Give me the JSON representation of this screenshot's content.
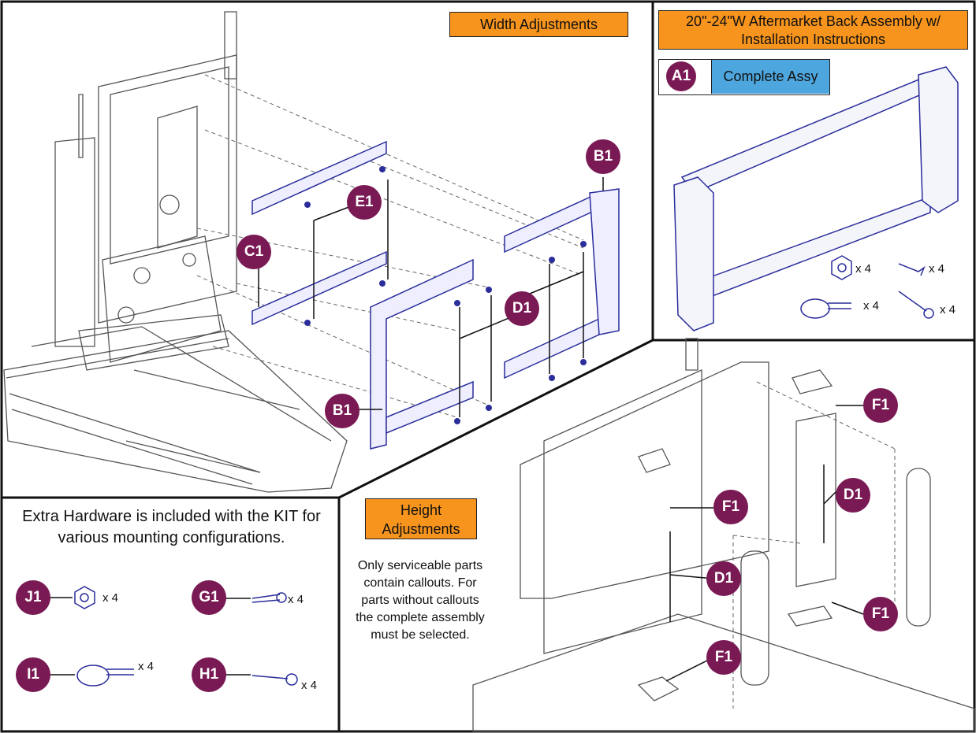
{
  "titles": {
    "width": "Width Adjustments",
    "aftermarket": "20\"-24\"W Aftermarket Back Assembly w/ Installation Instructions",
    "height_line1": "Height",
    "height_line2": "Adjustments",
    "complete_assy": "Complete Assy"
  },
  "notes": {
    "extra_hardware": "Extra Hardware is included with the KIT for various mounting configurations.",
    "serviceable": "Only serviceable parts contain callouts. For parts without callouts the complete assembly must be selected."
  },
  "callouts": {
    "a1": "A1",
    "b1_top": "B1",
    "b1_bottom": "B1",
    "c1": "C1",
    "d1_width": "D1",
    "e1": "E1",
    "f1_1": "F1",
    "f1_2": "F1",
    "f1_3": "F1",
    "f1_4": "F1",
    "d1_h1": "D1",
    "d1_h2": "D1",
    "j1": "J1",
    "g1": "G1",
    "i1": "I1",
    "h1": "H1"
  },
  "quantities": {
    "nut": "x 4",
    "screw_short": "x 4",
    "clamp": "x 4",
    "screw_long": "x 4",
    "j1": "x 4",
    "g1": "x 4",
    "i1": "x 4",
    "h1": "x 4"
  },
  "colors": {
    "callout": "#7a1a55",
    "title_bg": "#f7941d",
    "assy_bg": "#4da6de",
    "part_line": "#2a2d9a"
  }
}
